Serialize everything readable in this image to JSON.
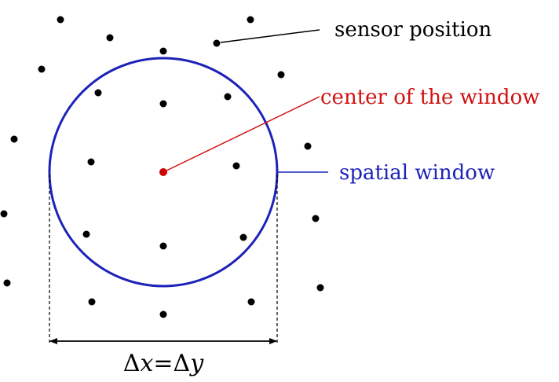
{
  "labels": {
    "sensor": "sensor position",
    "center": "center of the window",
    "window": "spatial window"
  },
  "dimension": {
    "delta1": "Δ",
    "x": "x",
    "equals": "=",
    "delta2": "Δ",
    "y": "y"
  },
  "colors": {
    "sensor": "#000000",
    "center": "#cc0000",
    "window": "#1c22b8",
    "center_label": "#d01010",
    "window_label": "#1c22b8"
  }
}
